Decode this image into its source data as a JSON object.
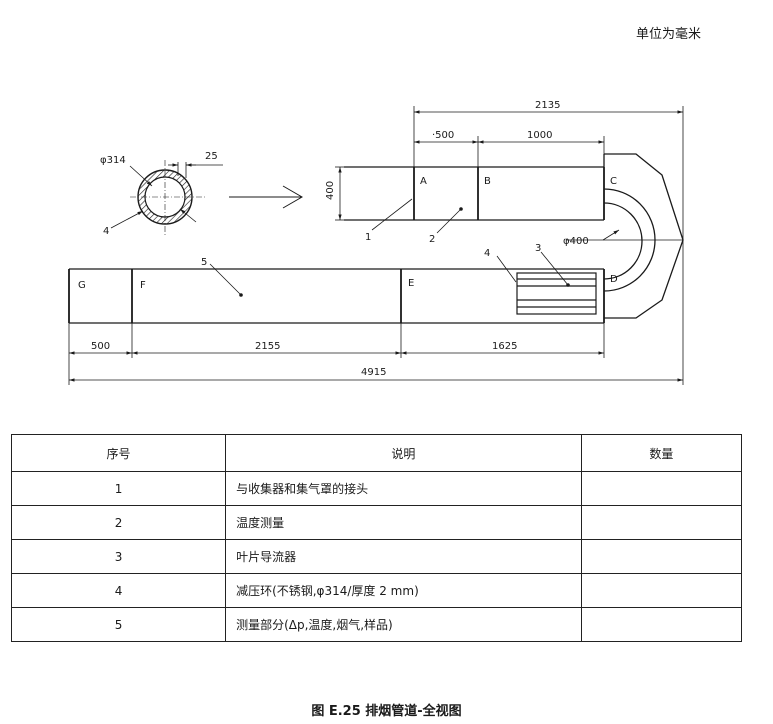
{
  "units_note": "单位为毫米",
  "drawing": {
    "dimensions": {
      "overall_top": "2135",
      "seg_500_top": "·500",
      "seg_1000_top": "1000",
      "height_400": "400",
      "ring_diameter": "φ314",
      "ring_thickness": "25",
      "bend_diameter": "φ400",
      "bottom_500": "500",
      "bottom_2155": "2155",
      "bottom_1625": "1625",
      "bottom_overall": "4915"
    },
    "section_letters": {
      "A": "A",
      "B": "B",
      "C": "C",
      "D": "D",
      "E": "E",
      "F": "F",
      "G": "G"
    },
    "callouts": {
      "n1": "1",
      "n2": "2",
      "n3": "3",
      "n4_ring": "4",
      "n4_duct": "4",
      "n5": "5"
    }
  },
  "table": {
    "headers": {
      "no": "序号",
      "desc": "说明",
      "qty": "数量"
    },
    "rows": [
      {
        "no": "1",
        "desc": "与收集器和集气罩的接头",
        "qty": ""
      },
      {
        "no": "2",
        "desc": "温度测量",
        "qty": ""
      },
      {
        "no": "3",
        "desc": "叶片导流器",
        "qty": ""
      },
      {
        "no": "4",
        "desc": "减压环(不锈钢,φ314/厚度 2 mm)",
        "qty": ""
      },
      {
        "no": "5",
        "desc": "测量部分(Δp,温度,烟气,样品)",
        "qty": ""
      }
    ]
  },
  "caption": "图 E.25  排烟管道-全视图"
}
